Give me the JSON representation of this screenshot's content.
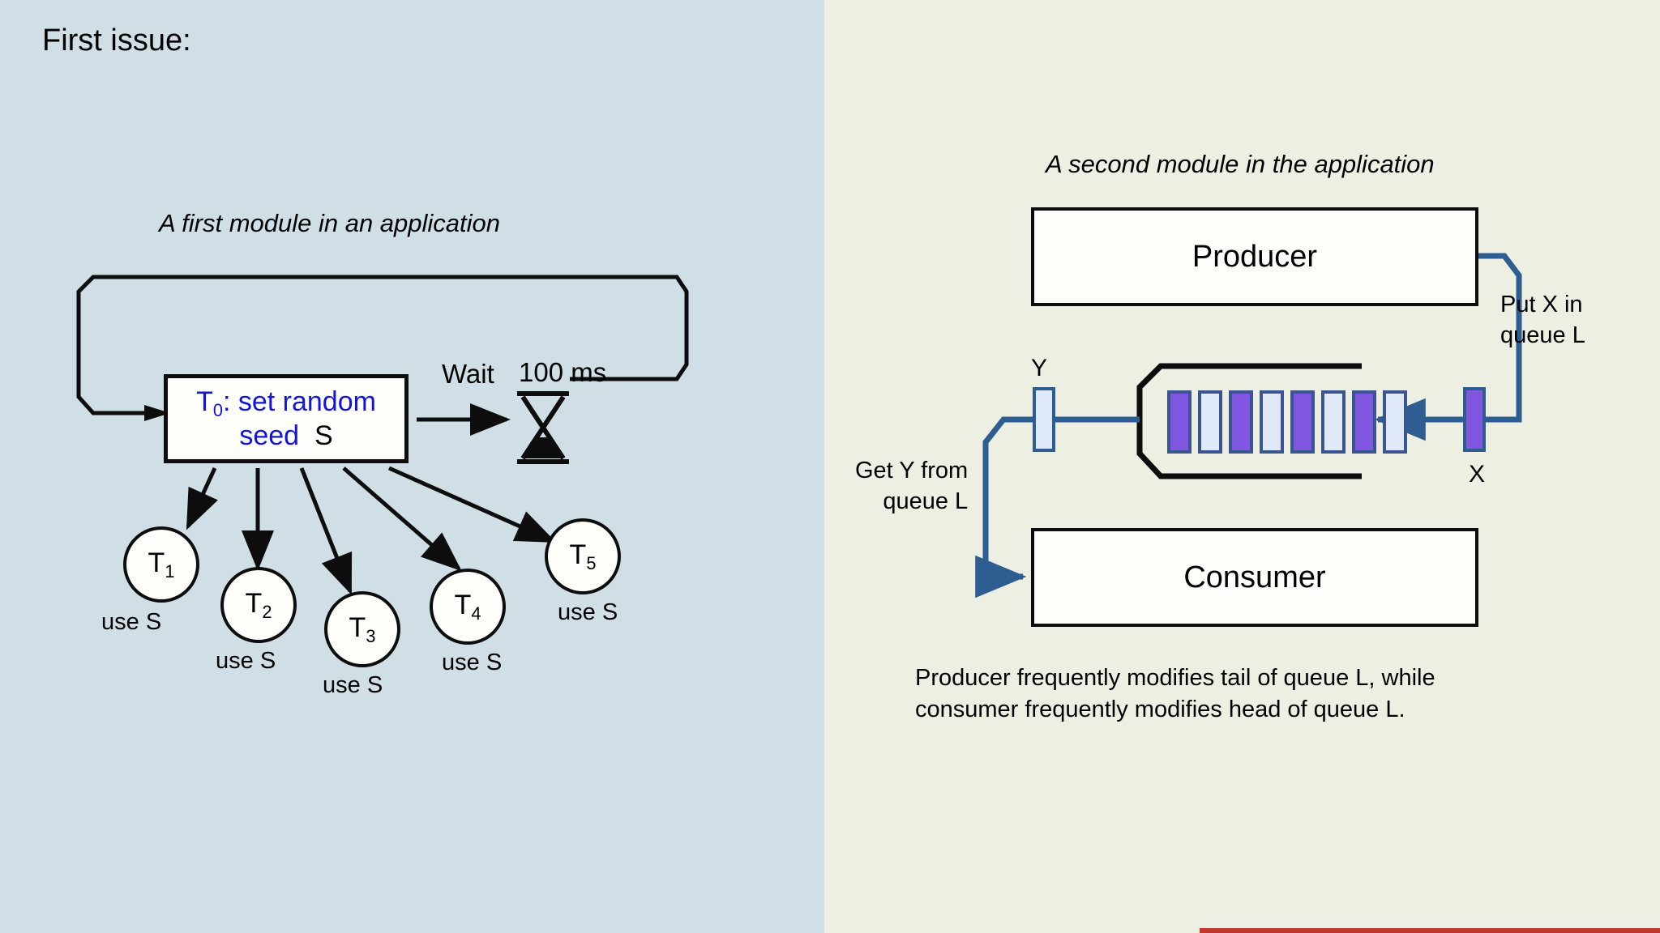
{
  "slide": {
    "title": "First issue:",
    "left_bg": "#d0dfe6",
    "right_bg": "#ecefe2"
  },
  "left_module": {
    "caption": "A first module in an application",
    "main_box": {
      "line1_prefix": "T",
      "line1_sub": "0",
      "line1_rest": ": set random",
      "line2_blue": "seed",
      "line2_black": "S",
      "text_color": "#1414d8"
    },
    "wait": {
      "label": "Wait",
      "duration": "100 ms",
      "icon": "hourglass-icon"
    },
    "tasks": [
      {
        "name": "T",
        "sub": "1",
        "note": "use S"
      },
      {
        "name": "T",
        "sub": "2",
        "note": "use S"
      },
      {
        "name": "T",
        "sub": "3",
        "note": "use S"
      },
      {
        "name": "T",
        "sub": "4",
        "note": "use S"
      },
      {
        "name": "T",
        "sub": "5",
        "note": "use S"
      }
    ]
  },
  "right_module": {
    "caption": "A second module in the application",
    "producer_label": "Producer",
    "consumer_label": "Consumer",
    "put_label": "Put X in\nqueue L",
    "get_label": "Get Y from\nqueue L",
    "x_label": "X",
    "y_label": "Y",
    "note": "Producer frequently modifies tail of queue L, while\nconsumer frequently modifies head of queue L.",
    "queue": {
      "cells": [
        "filled",
        "empty",
        "filled",
        "empty",
        "filled",
        "empty",
        "filled",
        "empty"
      ],
      "filled_color": "#8055e0",
      "empty_color": "#dfe9f7",
      "border_color": "#3a5590"
    },
    "arrow_color": "#2e5e91"
  }
}
